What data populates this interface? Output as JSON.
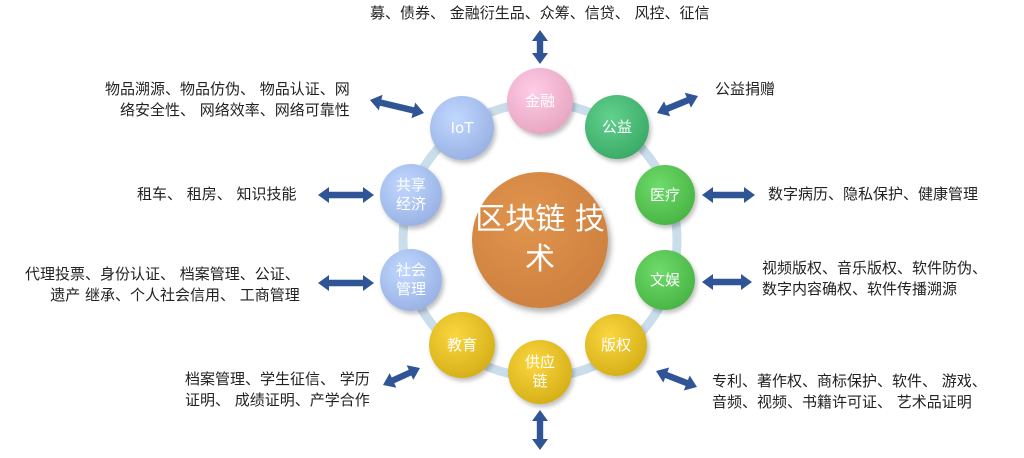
{
  "center": {
    "label_line1": "区块链",
    "label_line2": "技术",
    "color": "#C97A3A"
  },
  "nodes": [
    {
      "id": "finance",
      "label": [
        "金融"
      ],
      "color": "#E9A9C4",
      "desc": [
        "募、债券、 金融衍生品、众筹、信贷、 风控、征信"
      ]
    },
    {
      "id": "public-welfare",
      "label": [
        "公益"
      ],
      "color": "#3FAE6A",
      "desc": [
        "公益捐赠"
      ]
    },
    {
      "id": "medical",
      "label": [
        "医疗"
      ],
      "color": "#4CB848",
      "desc": [
        "数字病历、隐私保护、健康管理"
      ]
    },
    {
      "id": "entertainment",
      "label": [
        "文娱"
      ],
      "color": "#4CB848",
      "desc": [
        "视频版权、音乐版权、软件防伪、",
        "数字内容确权、软件传播溯源"
      ]
    },
    {
      "id": "copyright",
      "label": [
        "版权"
      ],
      "color": "#D8B31C",
      "desc": [
        "专利、著作权、商标保护、软件、 游戏、",
        "音频、视频、书籍许可证、 艺术品证明"
      ]
    },
    {
      "id": "supply-chain",
      "label": [
        "供应",
        "链"
      ],
      "color": "#D8B31C",
      "desc": []
    },
    {
      "id": "education",
      "label": [
        "教育"
      ],
      "color": "#D8B31C",
      "desc": [
        "档案管理、学生征信、 学历",
        "证明、 成绩证明、产学合作"
      ]
    },
    {
      "id": "social-management",
      "label": [
        "社会",
        "管理"
      ],
      "color": "#9DB5E6",
      "desc": [
        "代理投票、身份认证、 档案管理、公证、",
        "遗产 继承、个人社会信用、 工商管理"
      ]
    },
    {
      "id": "sharing-economy",
      "label": [
        "共享",
        "经济"
      ],
      "color": "#9DB5E6",
      "desc": [
        "租车、 租房、 知识技能"
      ]
    },
    {
      "id": "iot",
      "label": [
        "IoT"
      ],
      "color": "#9DB5E6",
      "desc": [
        "物品溯源、物品仿伪、 物品认证、网",
        "络安全性、 网络效率、网络可靠性"
      ]
    }
  ],
  "colors": {
    "ring": "#C9DDEB",
    "arrow": "#2F5597",
    "text": "#222222"
  },
  "icons": {
    "connector": "double-arrow-icon"
  }
}
